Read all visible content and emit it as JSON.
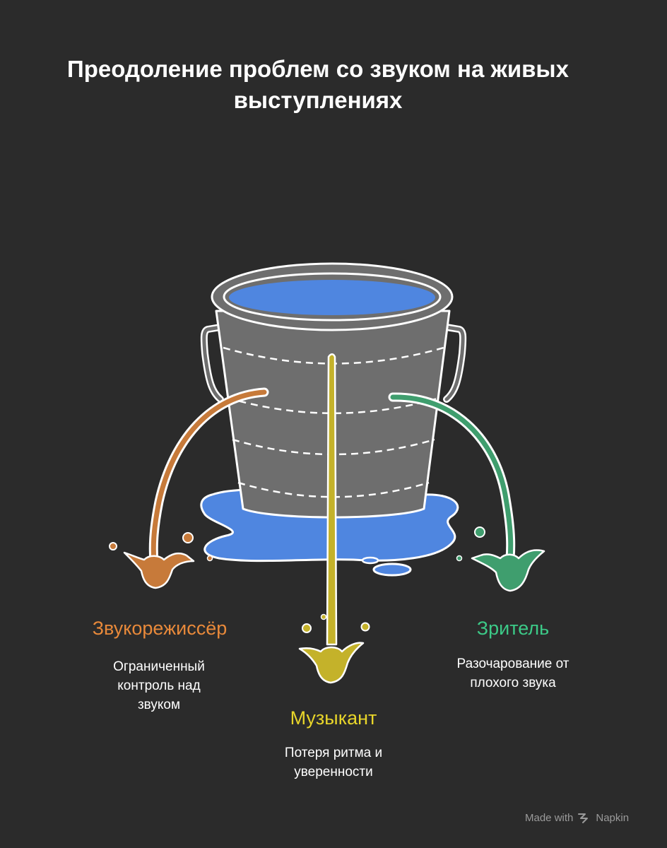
{
  "title": {
    "line1": "Преодоление проблем со звуком на живых",
    "line2": "выступлениях"
  },
  "colors": {
    "background": "#2b2b2b",
    "bucket": "#6e6e6e",
    "water": "#4f86e0",
    "engineer": "#e8893a",
    "musician": "#e8d52a",
    "viewer": "#3cc987"
  },
  "roles": [
    {
      "title": "Звукорежиссёр",
      "description": [
        "Ограниченный",
        "контроль над",
        "звуком"
      ],
      "color": "#e8893a",
      "icon": "orange-leak-stream-icon"
    },
    {
      "title": "Музыкант",
      "description": [
        "Потеря ритма и",
        "уверенности"
      ],
      "color": "#e8d52a",
      "icon": "yellow-leak-stream-icon"
    },
    {
      "title": "Зритель",
      "description": [
        "Разочарование от",
        "плохого звука"
      ],
      "color": "#3cc987",
      "icon": "green-leak-stream-icon"
    }
  ],
  "footer": {
    "made_with": "Made with",
    "brand": "Napkin",
    "icon": "napkin-logo-icon"
  }
}
